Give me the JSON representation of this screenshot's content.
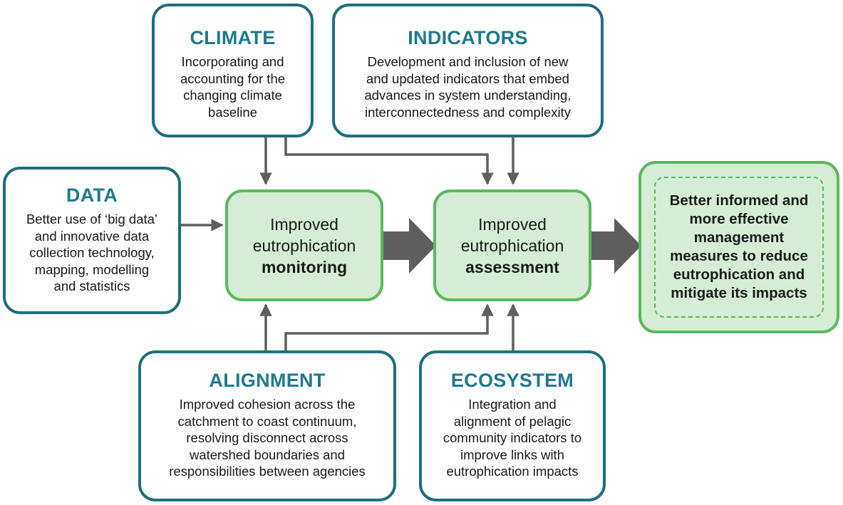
{
  "climate": {
    "title": "CLIMATE",
    "lines": [
      "Incorporating and",
      "accounting for the",
      "changing climate",
      "baseline"
    ]
  },
  "indicators": {
    "title": "INDICATORS",
    "lines": [
      "Development and inclusion of new",
      "and updated indicators that embed",
      "advances in system understanding,",
      "interconnectedness and complexity"
    ]
  },
  "data": {
    "title": "DATA",
    "lines": [
      "Better use of ‘big data’",
      "and innovative data",
      "collection technology,",
      "mapping, modelling",
      "and statistics"
    ]
  },
  "alignment": {
    "title": "ALIGNMENT",
    "lines": [
      "Improved cohesion across the",
      "catchment to coast continuum,",
      "resolving disconnect across",
      "watershed boundaries and",
      "responsibilities between agencies"
    ]
  },
  "ecosystem": {
    "title": "ECOSYSTEM",
    "lines": [
      "Integration and",
      "alignment of pelagic",
      "community indicators to",
      "improve links with",
      "eutrophication impacts"
    ]
  },
  "monitoring": {
    "line1": "Improved",
    "line2": "eutrophication",
    "line3": "monitoring"
  },
  "assessment": {
    "line1": "Improved",
    "line2": "eutrophication",
    "line3": "assessment"
  },
  "outcome": {
    "lines": [
      "Better informed and",
      "more effective",
      "management",
      "measures to reduce",
      "eutrophication and",
      "mitigate its impacts"
    ]
  },
  "colors": {
    "teal_border": "#1f6f7d",
    "teal_title": "#1f7a8c",
    "green_border": "#5cb85c",
    "green_fill": "#d5ecd5",
    "arrow_gray": "#5f5f5f"
  }
}
